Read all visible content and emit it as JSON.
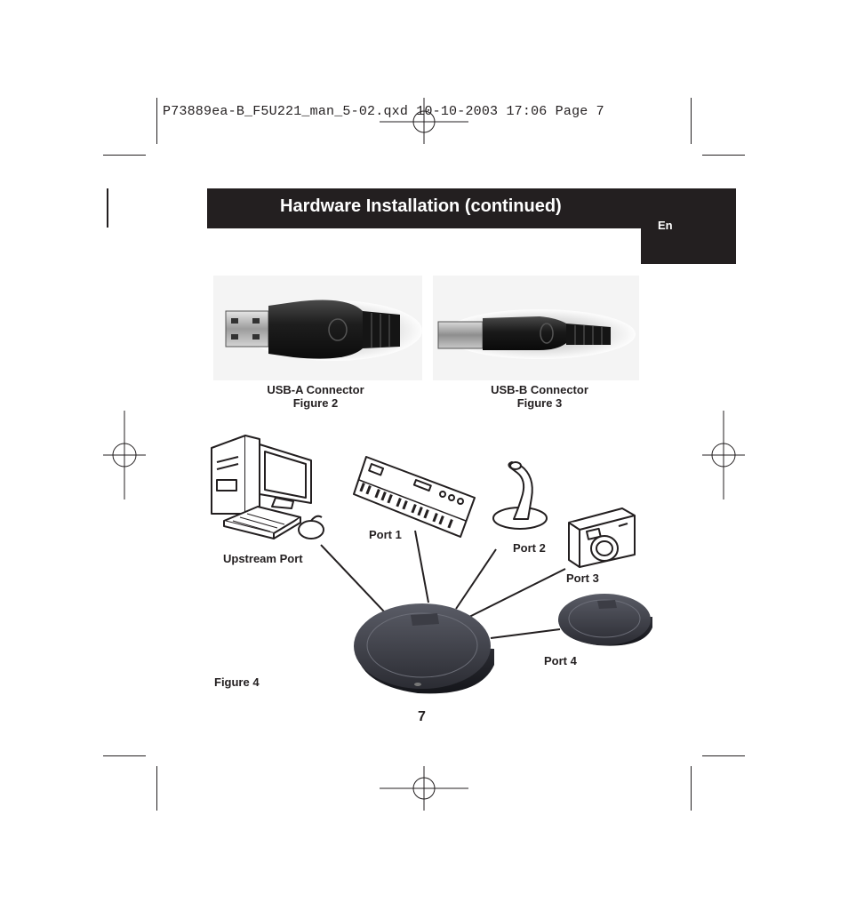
{
  "print_slug": "P73889ea-B_F5U221_man_5-02.qxd  10-10-2003  17:06  Page 7",
  "header": {
    "title": "Hardware Installation (continued)",
    "language_tab": "En"
  },
  "figures": {
    "usb_a": {
      "name": "USB-A Connector",
      "caption": "Figure 2"
    },
    "usb_b": {
      "name": "USB-B Connector",
      "caption": "Figure 3"
    },
    "diagram": {
      "caption": "Figure 4",
      "labels": {
        "upstream": "Upstream Port",
        "port1": "Port 1",
        "port2": "Port 2",
        "port3": "Port 3",
        "port4": "Port 4"
      }
    }
  },
  "page_number": "7"
}
